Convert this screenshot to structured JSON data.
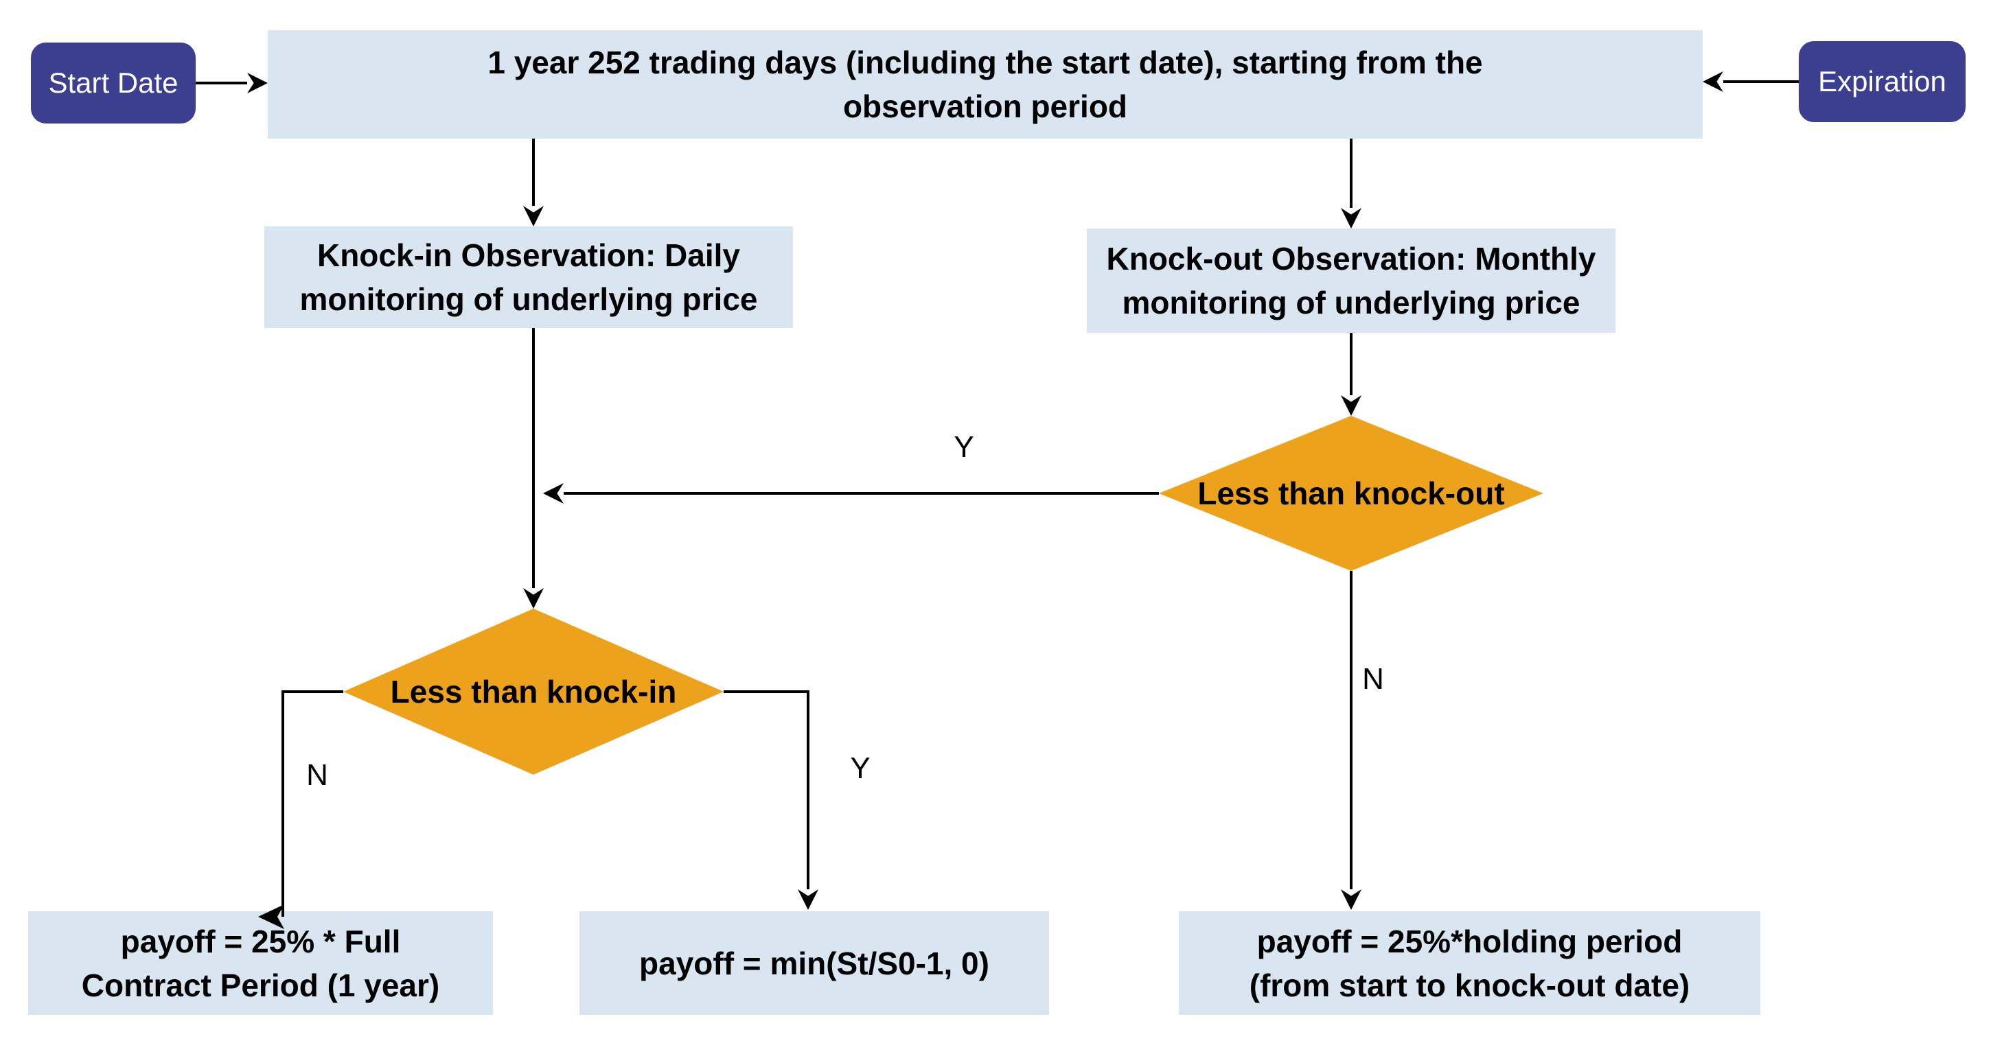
{
  "colors": {
    "pill_bg": "#3C3E8F",
    "pill_text": "#FFFFFF",
    "box_bg": "#D9E6F2",
    "diamond_bg": "#ECA21D",
    "edge": "#000000",
    "text": "#000000",
    "background": "#FFFFFF"
  },
  "nodes": {
    "start_date": {
      "label": "Start Date"
    },
    "expiration": {
      "label": "Expiration"
    },
    "period": {
      "lines": [
        "1 year 252 trading days (including the start date), starting from the",
        "observation period"
      ]
    },
    "knock_in_obs": {
      "lines": [
        "Knock-in Observation: Daily",
        "monitoring of underlying price"
      ]
    },
    "knock_out_obs": {
      "lines": [
        "Knock-out Observation: Monthly",
        "monitoring of underlying price"
      ]
    },
    "less_than_knock_in": {
      "label": "Less than knock-in"
    },
    "less_than_knock_out": {
      "label": "Less than knock-out"
    },
    "payoff_full": {
      "lines": [
        "payoff = 25% * Full",
        "Contract Period (1 year)"
      ]
    },
    "payoff_min": {
      "lines": [
        "payoff = min(St/S0-1, 0)"
      ]
    },
    "payoff_holding": {
      "lines": [
        "payoff = 25%*holding period",
        "(from start to knock-out date)"
      ]
    }
  },
  "edge_labels": {
    "knock_out_yes": "Y",
    "knock_out_no": "N",
    "knock_in_yes": "Y",
    "knock_in_no": "N"
  }
}
